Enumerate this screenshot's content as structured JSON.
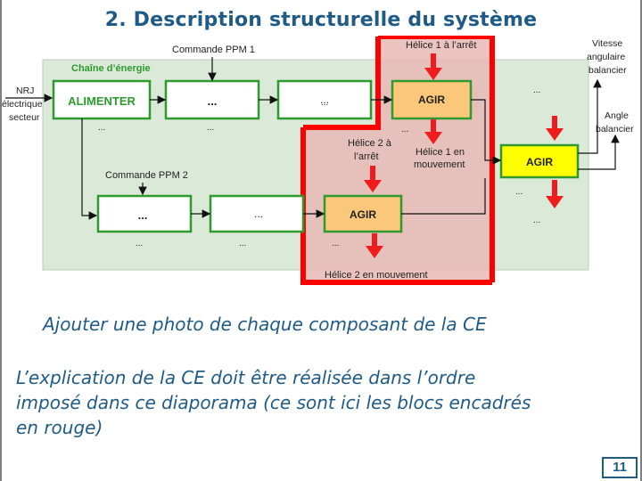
{
  "slide": {
    "title": "2. Description structurelle du système",
    "caption_photo": "Ajouter une photo de chaque composant de la CE",
    "caption_explanation_1": "L’explication de la CE doit être réalisée dans l’ordre",
    "caption_explanation_2": "imposé dans ce diaporama (ce sont ici les blocs encadrés",
    "caption_explanation_3": "en rouge)",
    "page_number": "11"
  },
  "diagram": {
    "chain_label": "Chaîne d’énergie",
    "input_line_1": "NRJ",
    "input_line_2": "électrique",
    "input_line_3": "secteur",
    "cmd_ppm1": "Commande PPM 1",
    "cmd_ppm2": "Commande PPM 2",
    "block_alimenter": "ALIMENTER",
    "block_top_2": "...",
    "block_top_3": "...",
    "block_agir_1": "AGIR",
    "block_bot_1": "...",
    "block_bot_2": "...",
    "block_agir_2": "AGIR",
    "block_agir_right": "AGIR",
    "helice1_arret": "Hélice 1 à l’arrêt",
    "helice2_arret_1": "Hélice 2 à",
    "helice2_arret_2": "l’arrêt",
    "helice1_mouv_1": "Hélice 1 en",
    "helice1_mouv_2": "mouvement",
    "helice2_mouv": "Hélice 2 en mouvement",
    "vitesse_1": "Vitesse",
    "vitesse_2": "angulaire",
    "vitesse_3": "balancier",
    "angle_1": "Angle",
    "angle_2": "balancier",
    "dots_top_1": "...",
    "dots_top_2": "...",
    "dots_top_3": "...",
    "dots_mid": "...",
    "dots_bot_1": "...",
    "dots_bot_2": "...",
    "dots_bot_3": "...",
    "dots_right_top": "...",
    "dots_right_1": "...",
    "dots_right_2": "...",
    "colors": {
      "chain_bg": "#dbe9d9",
      "green_border": "#2e9a2e",
      "agir_fill": "#fbc77a",
      "agir_right_fill": "#ffff00",
      "red_frame": "#ff0000",
      "red_zone": "#e8b8b4",
      "arrow_red": "#ee1c1c",
      "title_blue": "#1f5b86"
    }
  }
}
